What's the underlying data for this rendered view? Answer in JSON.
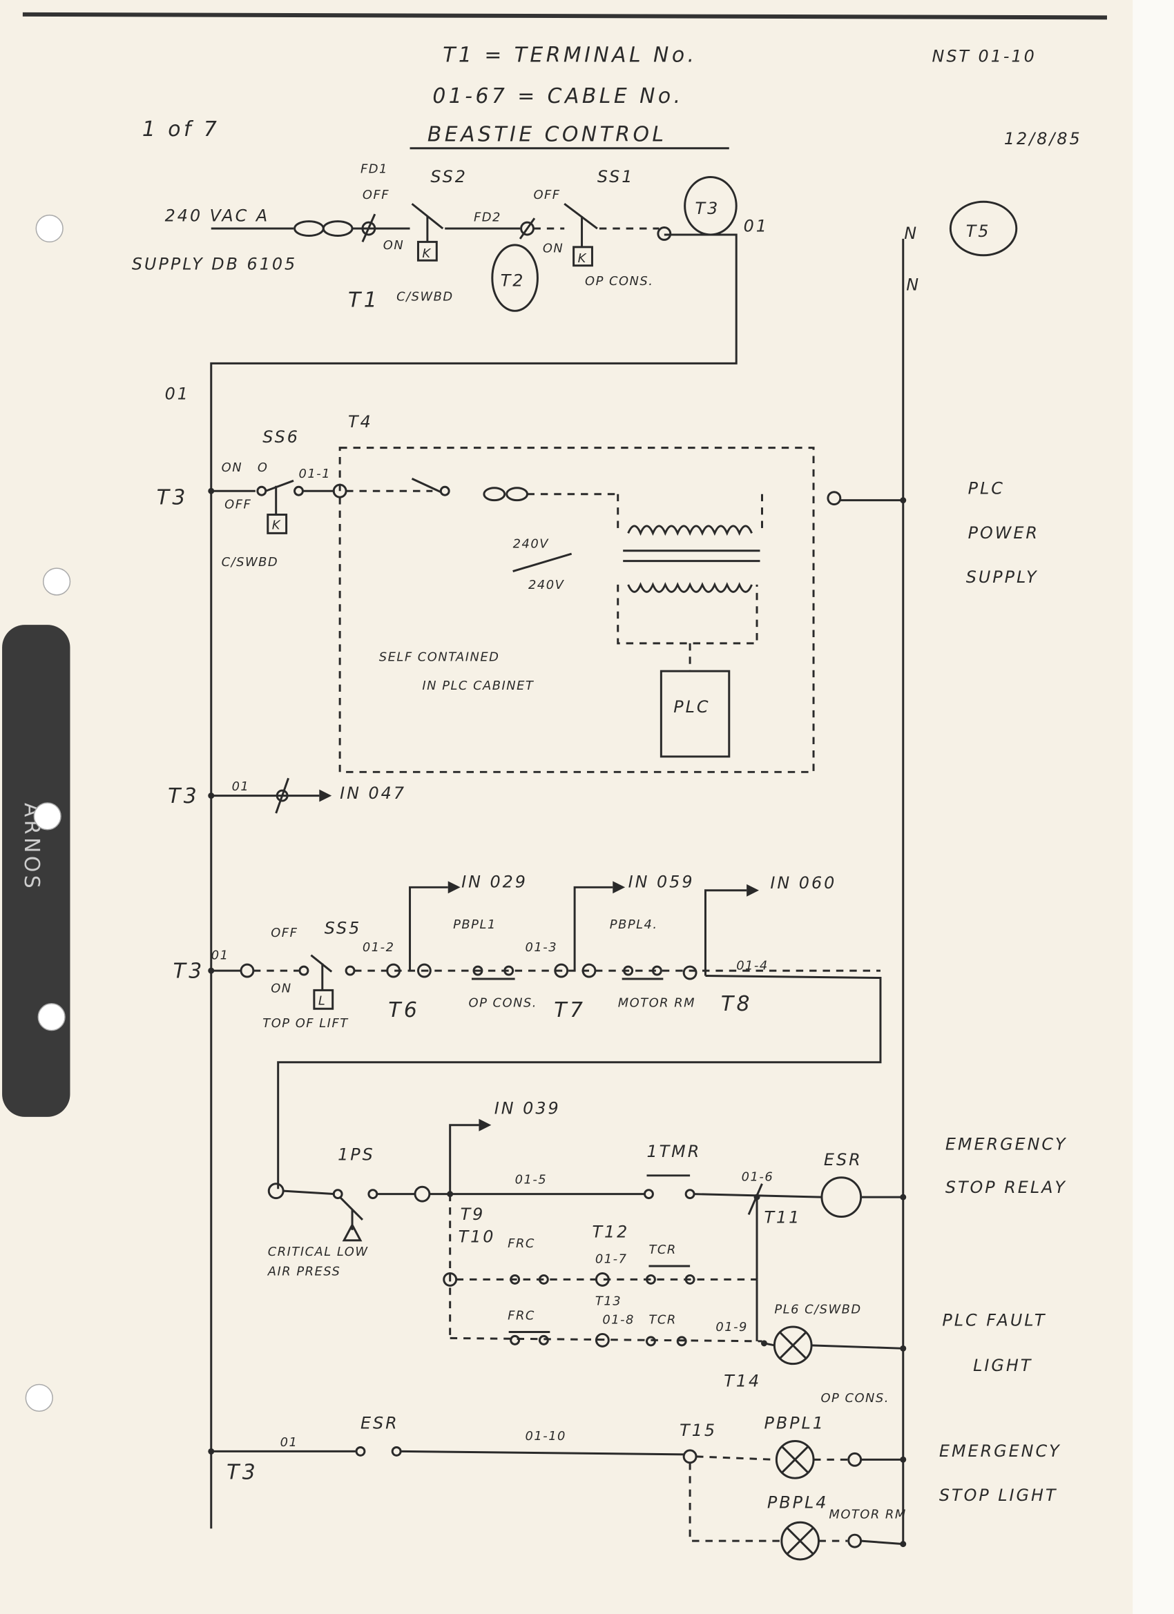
{
  "header": {
    "legend_terminal": "T1 = TERMINAL No.",
    "legend_cable": "01-67 = CABLE No.",
    "title": "BEASTIE CONTROL",
    "sheet": "1 of 7",
    "ref": "NST 01-10",
    "date": "12/8/85"
  },
  "supply": {
    "voltage": "240 VAC A",
    "source": "SUPPLY DB 6105",
    "fd1": "FD1",
    "fd2": "FD2",
    "ss2": "SS2",
    "ss1": "SS1",
    "off": "OFF",
    "on": "ON",
    "k": "K",
    "t1": "T1",
    "c_swbd": "C/SWBD",
    "t2": "T2",
    "op_cons": "OP CONS.",
    "t3": "T3",
    "cable_01": "01",
    "neutral": "N",
    "t5": "T5"
  },
  "plc_section": {
    "cable_01": "01",
    "ss6": "SS6",
    "on": "ON",
    "o": "O",
    "off": "OFF",
    "cable": "01-1",
    "t3": "T3",
    "t4": "T4",
    "k": "K",
    "c_swbd": "C/SWBD",
    "primary": "240V",
    "secondary": "240V",
    "note_1": "SELF CONTAINED",
    "note_2": "IN PLC CABINET",
    "plc": "PLC",
    "label": [
      "PLC",
      "POWER",
      "SUPPLY"
    ]
  },
  "input_rung": {
    "t3": "T3",
    "cable": "01",
    "input": "IN 047"
  },
  "interlock_rung": {
    "t3": "T3",
    "cable": "01",
    "off": "OFF",
    "ss5": "SS5",
    "on": "ON",
    "l": "L",
    "top_of_lift": "TOP OF LIFT",
    "c2": "01-2",
    "t6": "T6",
    "in1": "IN 029",
    "pb1": "PBPL1",
    "op_cons": "OP CONS.",
    "c3": "01-3",
    "t7": "T7",
    "in2": "IN 059",
    "pb4": "PBPL4.",
    "motor_rm": "MOTOR RM",
    "t8": "T8",
    "in3": "IN 060",
    "c4": "01-4"
  },
  "esr_rung": {
    "input": "IN 039",
    "ps": "1PS",
    "note_1": "CRITICAL LOW",
    "note_2": "AIR PRESS",
    "c5": "01-5",
    "tmr": "1TMR",
    "c6": "01-6",
    "esr": "ESR",
    "t9": "T9",
    "t10": "T10",
    "t11": "T11",
    "label": [
      "EMERGENCY",
      "STOP   RELAY"
    ],
    "frc_1": "FRC",
    "t12": "T12",
    "c7": "01-7",
    "tcr_1": "TCR",
    "t13": "T13"
  },
  "fault_rung": {
    "frc": "FRC",
    "c8": "01-8",
    "tcr": "TCR",
    "c9": "01-9",
    "lamp": "PL6 C/SWBD",
    "t14": "T14",
    "label": [
      "PLC   FAULT",
      "LIGHT"
    ]
  },
  "light_rung": {
    "cable": "01",
    "esr": "ESR",
    "c10": "01-10",
    "t15": "T15",
    "pb1": "PBPL1",
    "op_cons": "OP CONS.",
    "t3": "T3",
    "pb4": "PBPL4",
    "motor_rm": "MOTOR RM",
    "label": [
      "EMERGENCY",
      "STOP   LIGHT"
    ]
  },
  "binder": {
    "brand": "ARNOS"
  }
}
